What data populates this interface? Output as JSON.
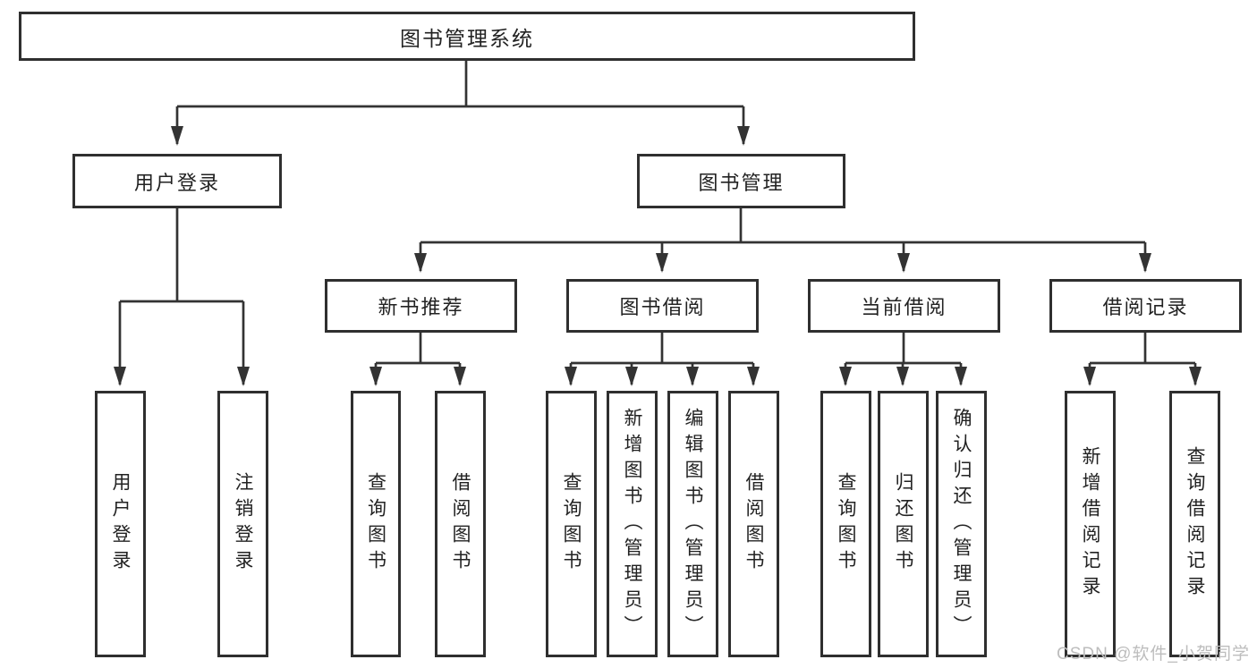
{
  "diagram_type": "hierarchy-tree",
  "colors": {
    "line": "#333333",
    "border": "#2f2f2f",
    "text": "#222222",
    "background": "#ffffff",
    "watermark": "#bdbdbd"
  },
  "tree": {
    "label": "图书管理系统",
    "children": [
      {
        "label": "用户登录",
        "children": [
          {
            "label": "用户登录"
          },
          {
            "label": "注销登录"
          }
        ]
      },
      {
        "label": "图书管理",
        "children": [
          {
            "label": "新书推荐",
            "children": [
              {
                "label": "查询图书"
              },
              {
                "label": "借阅图书"
              }
            ]
          },
          {
            "label": "图书借阅",
            "children": [
              {
                "label": "查询图书"
              },
              {
                "label": "新增图书（管理员）"
              },
              {
                "label": "编辑图书（管理员）"
              },
              {
                "label": "借阅图书"
              }
            ]
          },
          {
            "label": "当前借阅",
            "children": [
              {
                "label": "查询图书"
              },
              {
                "label": "归还图书"
              },
              {
                "label": "确认归还（管理员）"
              }
            ]
          },
          {
            "label": "借阅记录",
            "children": [
              {
                "label": "新增借阅记录"
              },
              {
                "label": "查询借阅记录"
              }
            ]
          }
        ]
      }
    ]
  },
  "watermark": "CSDN @软件_小贺同学"
}
